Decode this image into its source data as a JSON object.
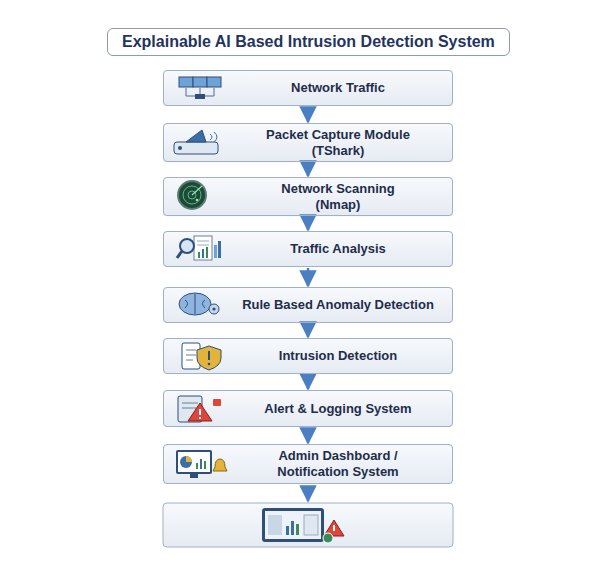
{
  "diagram": {
    "title": "Explainable AI Based Intrusion Detection System",
    "nodes": [
      {
        "text": [
          "Network Traffic"
        ]
      },
      {
        "text": [
          "Packet Capture Module (TShark)"
        ]
      },
      {
        "text": [
          "Network Scanning (Nmap)"
        ]
      },
      {
        "text": [
          "Traffic Analysis"
        ]
      },
      {
        "text": [
          "Rule Based Anomaly Detection"
        ]
      },
      {
        "text": [
          "Intrusion Detection"
        ]
      },
      {
        "text": [
          "Alert & Logging System"
        ]
      },
      {
        "text": [
          "Admin Dashboard / Notification System"
        ]
      }
    ],
    "edges": [
      {
        "from": 0,
        "to": 1,
        "arrow": "to"
      },
      {
        "from": 1,
        "to": 2,
        "arrow": "to"
      },
      {
        "from": 2,
        "to": 3,
        "arrow": "to"
      },
      {
        "from": 3,
        "to": 4,
        "arrow": "to"
      },
      {
        "from": 4,
        "to": 5,
        "arrow": "to"
      },
      {
        "from": 5,
        "to": 6,
        "arrow": "to"
      },
      {
        "from": 6,
        "to": 7,
        "arrow": "to"
      }
    ]
  }
}
